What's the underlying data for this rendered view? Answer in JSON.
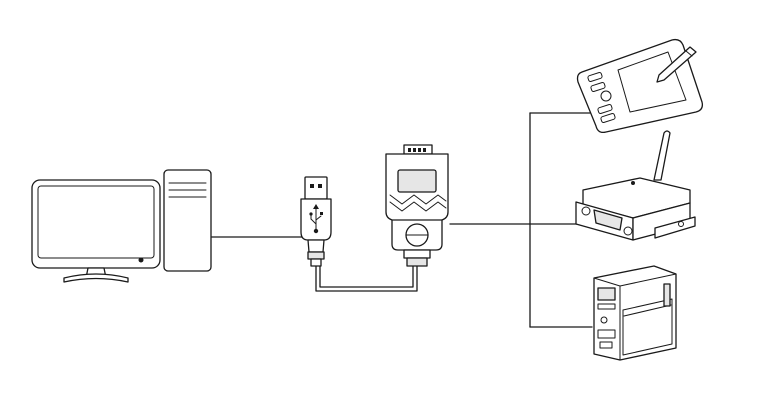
{
  "diagram": {
    "stroke_color": "#1a1a1a",
    "background_color": "#ffffff",
    "nodes": [
      {
        "id": "computer",
        "icon": "desktop-computer-icon"
      },
      {
        "id": "usb",
        "icon": "usb-plug-icon"
      },
      {
        "id": "db9",
        "icon": "db9-serial-connector-icon"
      },
      {
        "id": "tablet",
        "icon": "graphics-tablet-icon"
      },
      {
        "id": "modem",
        "icon": "wireless-serial-modem-icon"
      },
      {
        "id": "printer",
        "icon": "label-printer-icon"
      }
    ],
    "connections": [
      {
        "from": "computer",
        "to": "usb"
      },
      {
        "from": "usb",
        "to": "db9"
      },
      {
        "from": "db9",
        "to": "tablet"
      },
      {
        "from": "db9",
        "to": "modem"
      },
      {
        "from": "db9",
        "to": "printer"
      }
    ]
  }
}
